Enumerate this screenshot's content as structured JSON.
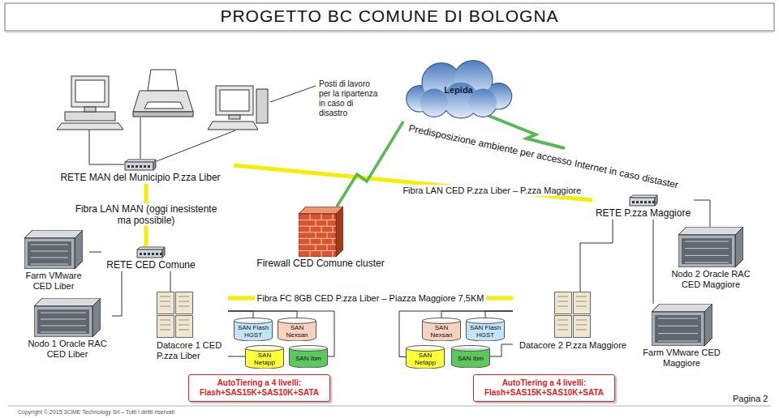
{
  "diagram": {
    "title": "PROGETTO BC COMUNE DI BOLOGNA",
    "nodes": [
      {
        "text": [
          "Lepida"
        ]
      },
      {
        "text": [
          "RETE MAN del Municipio P.zza Liber"
        ]
      },
      {
        "text": [
          "RETE P.zza Maggiore"
        ]
      },
      {
        "text": [
          "Firewall CED Comune cluster"
        ]
      },
      {
        "text": [
          "RETE CED Comune"
        ]
      },
      {
        "text": [
          "Nodo 2 Oracle RAC CED Maggiore"
        ]
      },
      {
        "text": [
          "Farm VMware CED Liber"
        ]
      },
      {
        "text": [
          "Datacore 1 CED P.zza Liber"
        ]
      },
      {
        "text": [
          "SAN Flash HGST"
        ]
      },
      {
        "text": [
          "SAN Nexsan"
        ]
      },
      {
        "text": [
          "SAN Netapp"
        ]
      },
      {
        "text": [
          "SAN Ibm"
        ]
      },
      {
        "text": [
          "Nodo 1 Oracle RAC CED Liber"
        ]
      },
      {
        "text": [
          "SAN Nexsan"
        ]
      },
      {
        "text": [
          "SAN Flash HGST"
        ]
      },
      {
        "text": [
          "SAN Netapp"
        ]
      },
      {
        "text": [
          "SAN Ibm"
        ]
      },
      {
        "text": [
          "Datacore 2 P.zza Maggiore"
        ]
      },
      {
        "text": [
          "Farm VMware CED Maggiore"
        ]
      },
      {
        "text": [
          "AutoTiering a 4 livelli:",
          "Flash+SAS15K+SAS10K+SATA"
        ]
      },
      {
        "text": [
          "AutoTiering a 4 livelli:",
          "Flash+SAS15K+SAS10K+SATA"
        ]
      }
    ],
    "edges": [
      {
        "from": 1,
        "to": 2,
        "arrow": "none",
        "label": "Fibra LAN CED P.zza Liber – P.zza Maggiore"
      },
      {
        "from": 1,
        "to": 4,
        "arrow": "none",
        "label": "Fibra LAN MAN (oggi inesistente ma possibile)"
      },
      {
        "from": 3,
        "to": 0,
        "arrow": "none"
      },
      {
        "from": 6,
        "to": 4,
        "arrow": "none"
      },
      {
        "from": 12,
        "to": 4,
        "arrow": "none"
      },
      {
        "from": 7,
        "to": 4,
        "arrow": "none"
      },
      {
        "from": 7,
        "to": 17,
        "arrow": "none",
        "label": "Fibra FC 8GB CED P.zza Liber – Piazza Maggiore 7,5KM"
      },
      {
        "from": 7,
        "to": 8,
        "arrow": "none"
      },
      {
        "from": 7,
        "to": 9,
        "arrow": "none"
      },
      {
        "from": 7,
        "to": 10,
        "arrow": "none"
      },
      {
        "from": 7,
        "to": 11,
        "arrow": "none"
      },
      {
        "from": 17,
        "to": 2,
        "arrow": "none"
      },
      {
        "from": 2,
        "to": 5,
        "arrow": "none"
      },
      {
        "from": 18,
        "to": 2,
        "arrow": "none"
      },
      {
        "from": 17,
        "to": 13,
        "arrow": "none"
      },
      {
        "from": 17,
        "to": 14,
        "arrow": "none"
      },
      {
        "from": 17,
        "to": 15,
        "arrow": "none"
      },
      {
        "from": 17,
        "to": 16,
        "arrow": "none"
      }
    ],
    "labels": [
      "Posti di lavoro per la ripartenza in caso di disastro",
      "Predisposizione ambiente per accesso Internet in caso distaster",
      "Pagina 2",
      "Copyright © 2015 3CiME Technology Srl – Tutti i diritti riservati"
    ]
  }
}
